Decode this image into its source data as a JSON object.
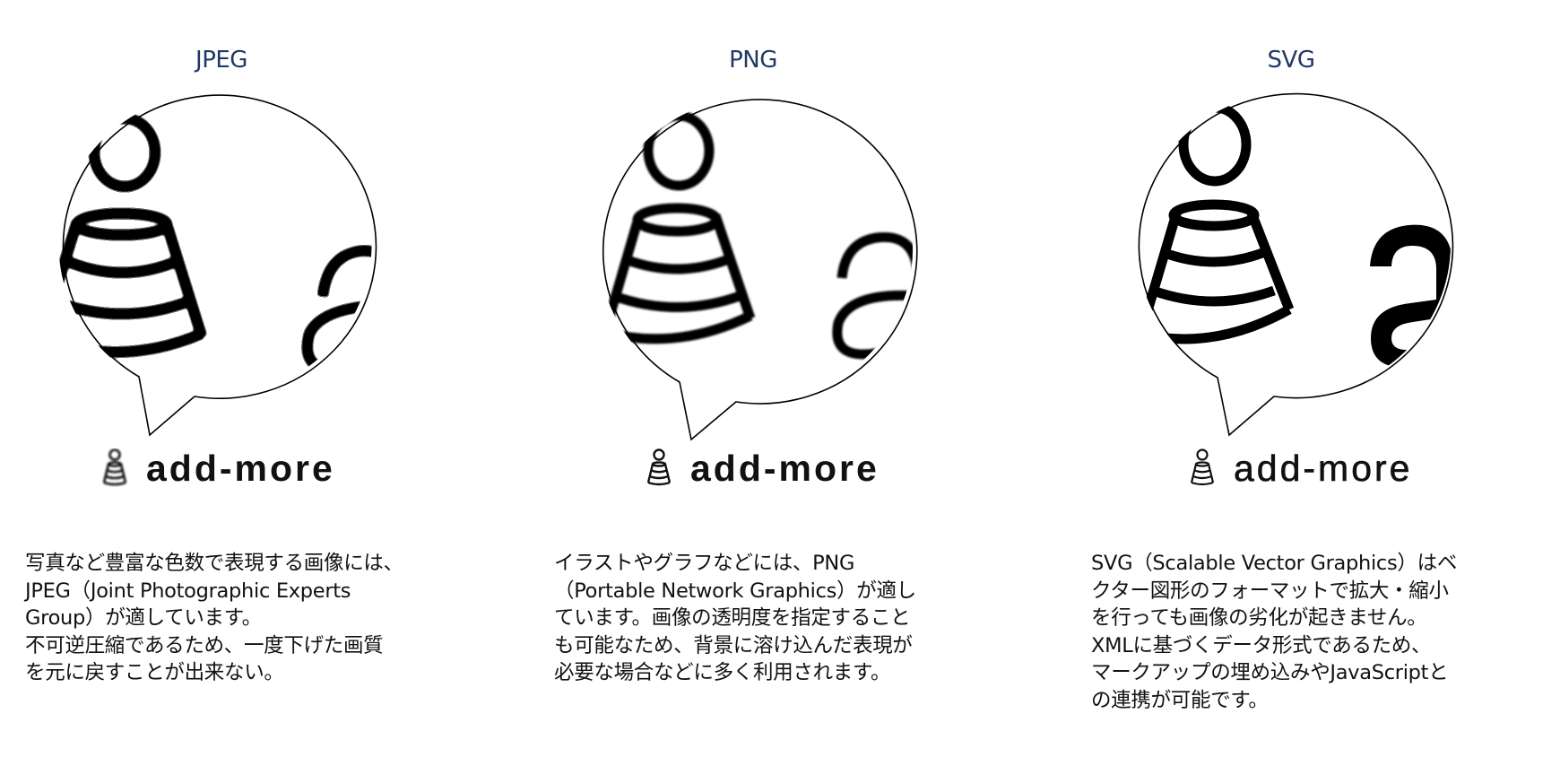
{
  "colors": {
    "title": "#1f3864",
    "text": "#111111",
    "bubble_stroke": "#000000",
    "background": "#ffffff"
  },
  "columns": [
    {
      "id": "jpeg",
      "title": "JPEG",
      "bubble_icon": "magnified-add-more-logo-jpeg-artifacts",
      "logo_icon": "add-more-cone-icon",
      "logo_text": "add-more",
      "description_lines": [
        "写真など豊富な色数で表現する画像には、",
        "JPEG（Joint Photographic Experts",
        "Group）が適しています。",
        "不可逆圧縮であるため、一度下げた画質",
        "を元に戻すことが出来ない。"
      ]
    },
    {
      "id": "png",
      "title": "PNG",
      "bubble_icon": "magnified-add-more-logo-pixelated",
      "logo_icon": "add-more-cone-icon",
      "logo_text": "add-more",
      "description_lines": [
        "イラストやグラフなどには、PNG",
        "（Portable Network Graphics）が適し",
        "ています。画像の透明度を指定すること",
        "も可能なため、背景に溶け込んだ表現が",
        "必要な場合などに多く利用されます。"
      ]
    },
    {
      "id": "svg",
      "title": "SVG",
      "bubble_icon": "magnified-add-more-logo-crisp",
      "logo_icon": "add-more-cone-icon",
      "logo_text": "add-more",
      "description_lines": [
        "SVG（Scalable Vector Graphics）はベ",
        "クター図形のフォーマットで拡大・縮小",
        "を行っても画像の劣化が起きません。",
        "XMLに基づくデータ形式であるため、",
        "マークアップの埋め込みやJavaScriptと",
        "の連携が可能です。"
      ]
    }
  ]
}
